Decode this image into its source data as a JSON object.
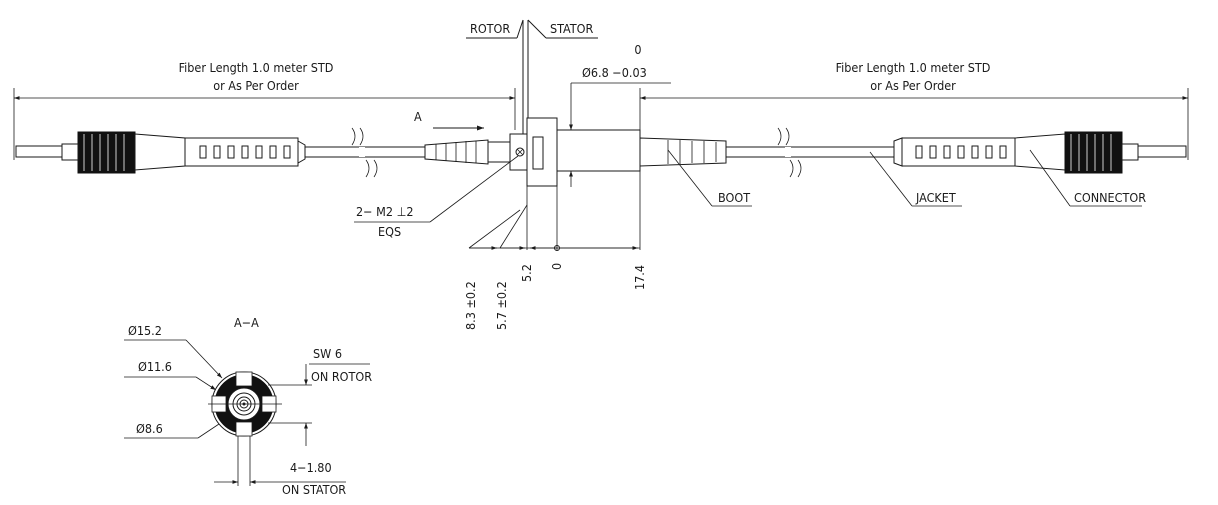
{
  "labels": {
    "rotor": "ROTOR",
    "stator": "STATOR",
    "fiber_left_line1": "Fiber Length 1.0 meter STD",
    "fiber_left_line2": "or As Per Order",
    "fiber_right_line1": "Fiber Length 1.0 meter STD",
    "fiber_right_line2": "or As Per Order",
    "tol_upper": "0",
    "dia_main": "Ø6.8 −0.03",
    "view_arrow": "A",
    "boot": "BOOT",
    "jacket": "JACKET",
    "connector": "CONNECTOR",
    "screw": "2− M2 ⊥2",
    "eqs": "EQS",
    "section": "A−A",
    "d152": "Ø15.2",
    "d116": "Ø11.6",
    "d86": "Ø8.6",
    "sw": "SW 6",
    "on_rotor": "ON ROTOR",
    "slots": "4−1.80",
    "on_stator": "ON STATOR"
  },
  "dims_vertical": {
    "d1": "8.3 ±0.2",
    "d2": "5.7 ±0.2",
    "d3": "5.2",
    "d4": "0",
    "d5": "17.4"
  },
  "colors": {
    "ink": "#1a1a1a",
    "dark_fill": "#111111",
    "paper": "#ffffff"
  }
}
